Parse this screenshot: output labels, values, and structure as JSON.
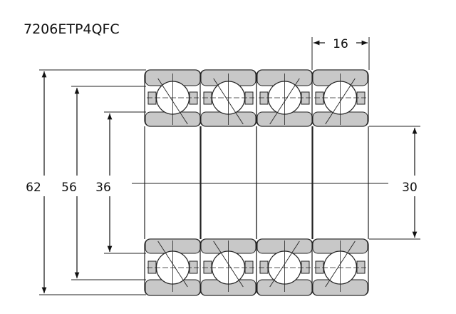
{
  "title": "7206ETP4QFC",
  "dimensions": {
    "outer_diameter": "62",
    "outer_ring_inner": "56",
    "inner_ring_outer": "36",
    "bore": "30",
    "width": "16"
  },
  "bearing_count": 4,
  "colors": {
    "ring": "#c8c8c8",
    "line": "#222222"
  }
}
